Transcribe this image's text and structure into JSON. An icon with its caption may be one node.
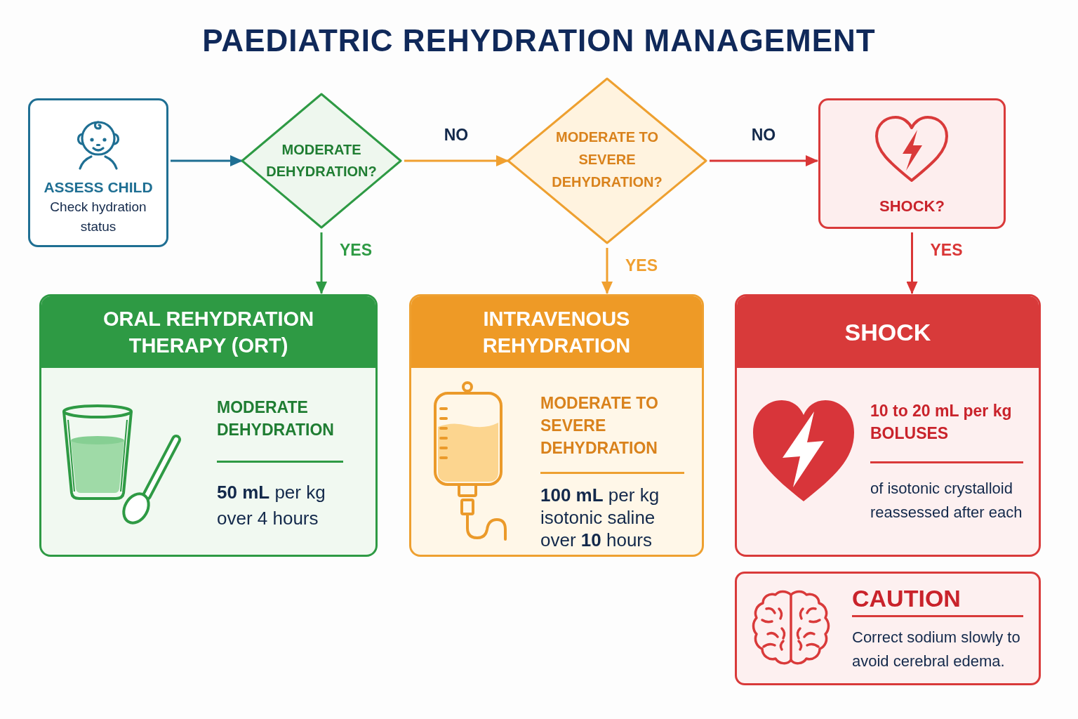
{
  "diagram": {
    "title": "PAEDIATRIC REHYDRATION MANAGEMENT",
    "nodes": [
      {
        "text": [
          "ASSESS CHILD",
          "Check hydration status"
        ]
      },
      {
        "text": [
          "MODERATE DEHYDRATION?"
        ]
      },
      {
        "text": [
          "MODERATE TO SEVERE DEHYDRATION?"
        ]
      },
      {
        "text": [
          "SHOCK?"
        ]
      },
      {
        "text": [
          "ORAL REHYDRATION THERAPY (ORT)",
          "MODERATE DEHYDRATION",
          "**50 mL** per kg over 4 hours"
        ]
      },
      {
        "text": [
          "INTRAVENOUS REHYDRATION",
          "MODERATE TO SEVERE DEHYDRATION",
          "**100 mL** per kg isotonic saline over **10** hours"
        ]
      },
      {
        "text": [
          "SHOCK",
          "10 to 20 mL per kg BOLUSES",
          "of isotonic crystalloid reassessed after each"
        ]
      },
      {
        "text": [
          "CAUTION",
          "Correct sodium slowly to avoid cerebral edema."
        ]
      }
    ],
    "edges": [
      {
        "from": 0,
        "to": 1,
        "arrow": "to",
        "color": "#1f6f93"
      },
      {
        "from": 1,
        "to": 2,
        "arrow": "to",
        "label": "NO",
        "color": "#f0a030"
      },
      {
        "from": 2,
        "to": 3,
        "arrow": "to",
        "label": "NO",
        "color": "#d93636"
      },
      {
        "from": 1,
        "to": 4,
        "arrow": "to",
        "label": "YES",
        "color": "#2e9a44"
      },
      {
        "from": 2,
        "to": 5,
        "arrow": "to",
        "label": "YES",
        "color": "#f0a030"
      },
      {
        "from": 3,
        "to": 6,
        "arrow": "to",
        "label": "YES",
        "color": "#d93636"
      }
    ]
  }
}
